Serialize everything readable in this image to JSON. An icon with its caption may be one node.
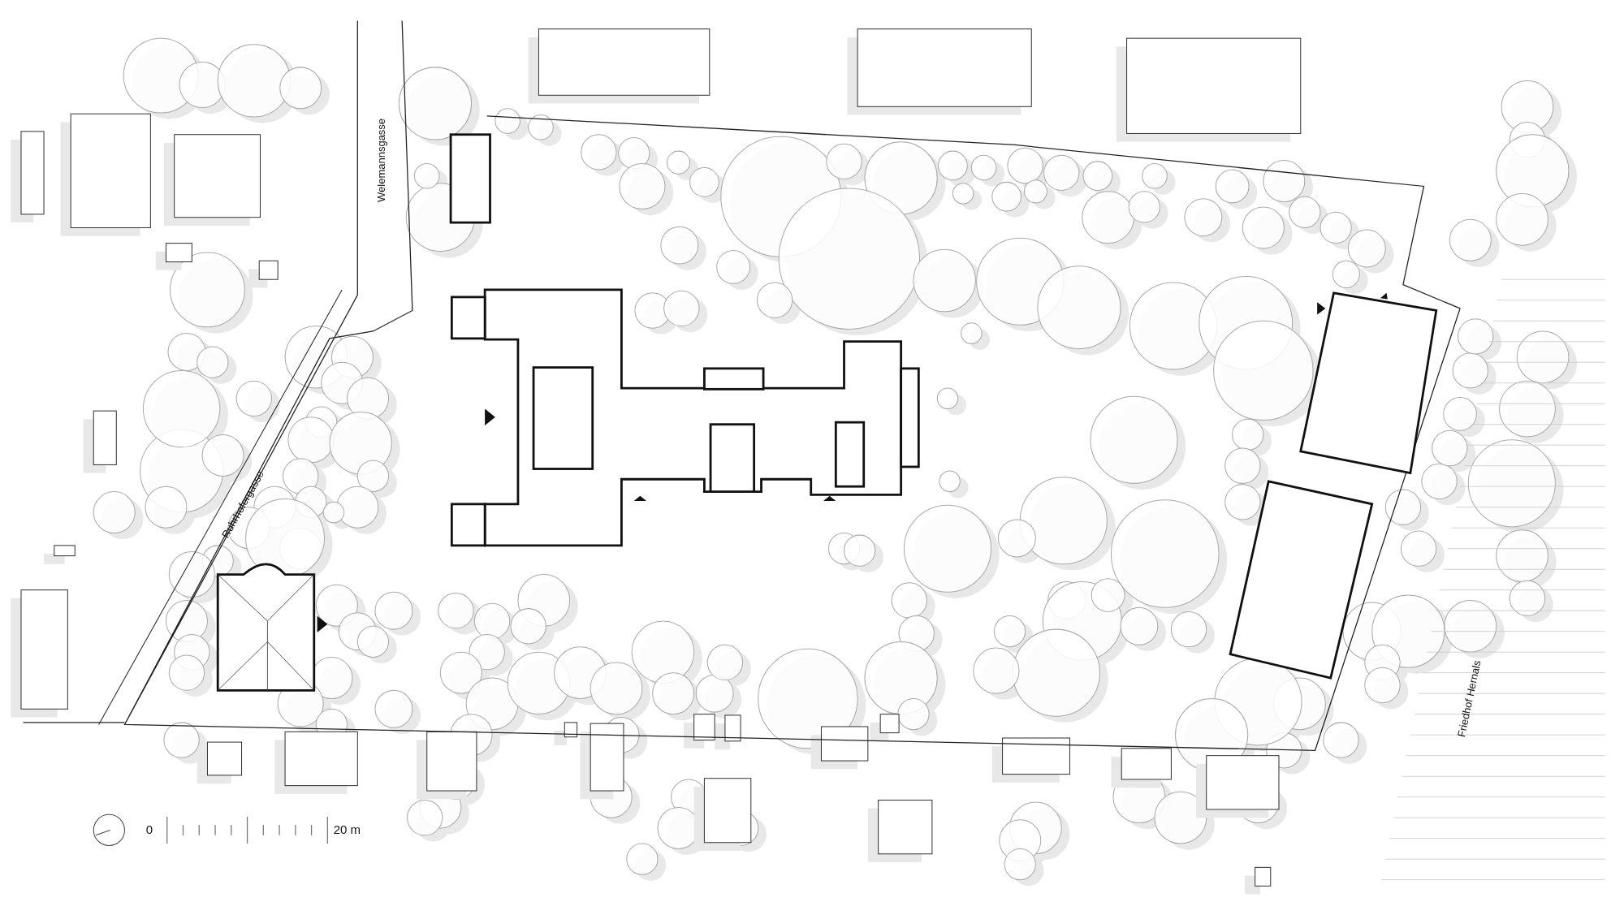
{
  "diagram": {
    "labels": [
      "Welemannsgasse",
      "Ruhrhofergasse",
      "Friedhof Hernals",
      "0",
      "20 m"
    ]
  }
}
